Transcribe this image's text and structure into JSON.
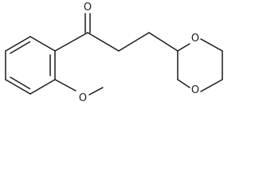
{
  "molecule": {
    "atom_labels": {
      "carbonyl_oxygen": "O",
      "dioxane_oxygen_top": "O",
      "dioxane_oxygen_bottom": "O",
      "methoxy_oxygen": "O"
    },
    "colors": {
      "bond": "#1a1a1a",
      "label": "#1a1a1a",
      "background": "#ffffff"
    }
  }
}
